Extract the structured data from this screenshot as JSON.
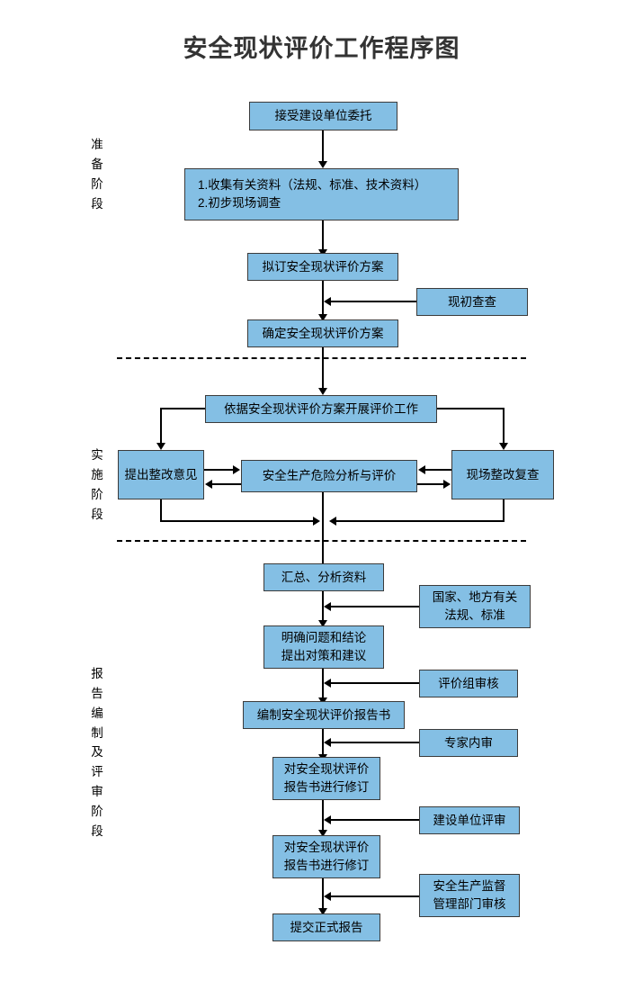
{
  "title": "安全现状评价工作程序图",
  "phases": [
    {
      "id": "preparation",
      "label": "准备阶段",
      "chars": [
        "准",
        "备",
        "阶",
        "段"
      ]
    },
    {
      "id": "implementation",
      "label": "实施阶段",
      "chars": [
        "实",
        "施",
        "阶",
        "段"
      ]
    },
    {
      "id": "reporting",
      "label": "报告编制及评审阶段",
      "chars": [
        "报",
        "告",
        "编",
        "制",
        "及",
        "评",
        "审",
        "阶",
        "段"
      ]
    }
  ],
  "colors": {
    "node_fill": "#84BFE4",
    "node_border": "#3b3b3b",
    "connector": "#000000",
    "title_text": "#333333"
  },
  "nodes": {
    "accept_commission": {
      "text": "接受建设单位委托"
    },
    "collect_data": {
      "line1": "1.收集有关资料（法规、标准、技术资料）",
      "line2": "2.初步现场调查"
    },
    "draft_plan": {
      "text": "拟订安全现状评价方案"
    },
    "preliminary_survey": {
      "text": "现初查查"
    },
    "confirm_plan": {
      "text": "确定安全现状评价方案"
    },
    "carry_out_eval": {
      "text": "依据安全现状评价方案开展评价工作"
    },
    "rectification_opinion": {
      "text": "提出整改意见"
    },
    "hazard_analysis": {
      "text": "安全生产危险分析与评价"
    },
    "onsite_recheck": {
      "text": "现场整改复查"
    },
    "summarize_data": {
      "text": "汇总、分析资料"
    },
    "national_local_regs": {
      "line1": "国家、地方有关",
      "line2": "法规、标准"
    },
    "clarify_conclusion": {
      "line1": "明确问题和结论",
      "line2": "提出对策和建议"
    },
    "eval_group_review": {
      "text": "评价组审核"
    },
    "compile_report": {
      "text": "编制安全现状评价报告书"
    },
    "expert_internal_review": {
      "text": "专家内审"
    },
    "revise_report_1": {
      "line1": "对安全现状评价",
      "line2": "报告书进行修订"
    },
    "construction_unit_review": {
      "text": "建设单位评审"
    },
    "revise_report_2": {
      "line1": "对安全现状评价",
      "line2": "报告书进行修订"
    },
    "safety_supervision_review": {
      "line1": "安全生产监督",
      "line2": "管理部门审核"
    },
    "submit_final_report": {
      "text": "提交正式报告"
    }
  }
}
